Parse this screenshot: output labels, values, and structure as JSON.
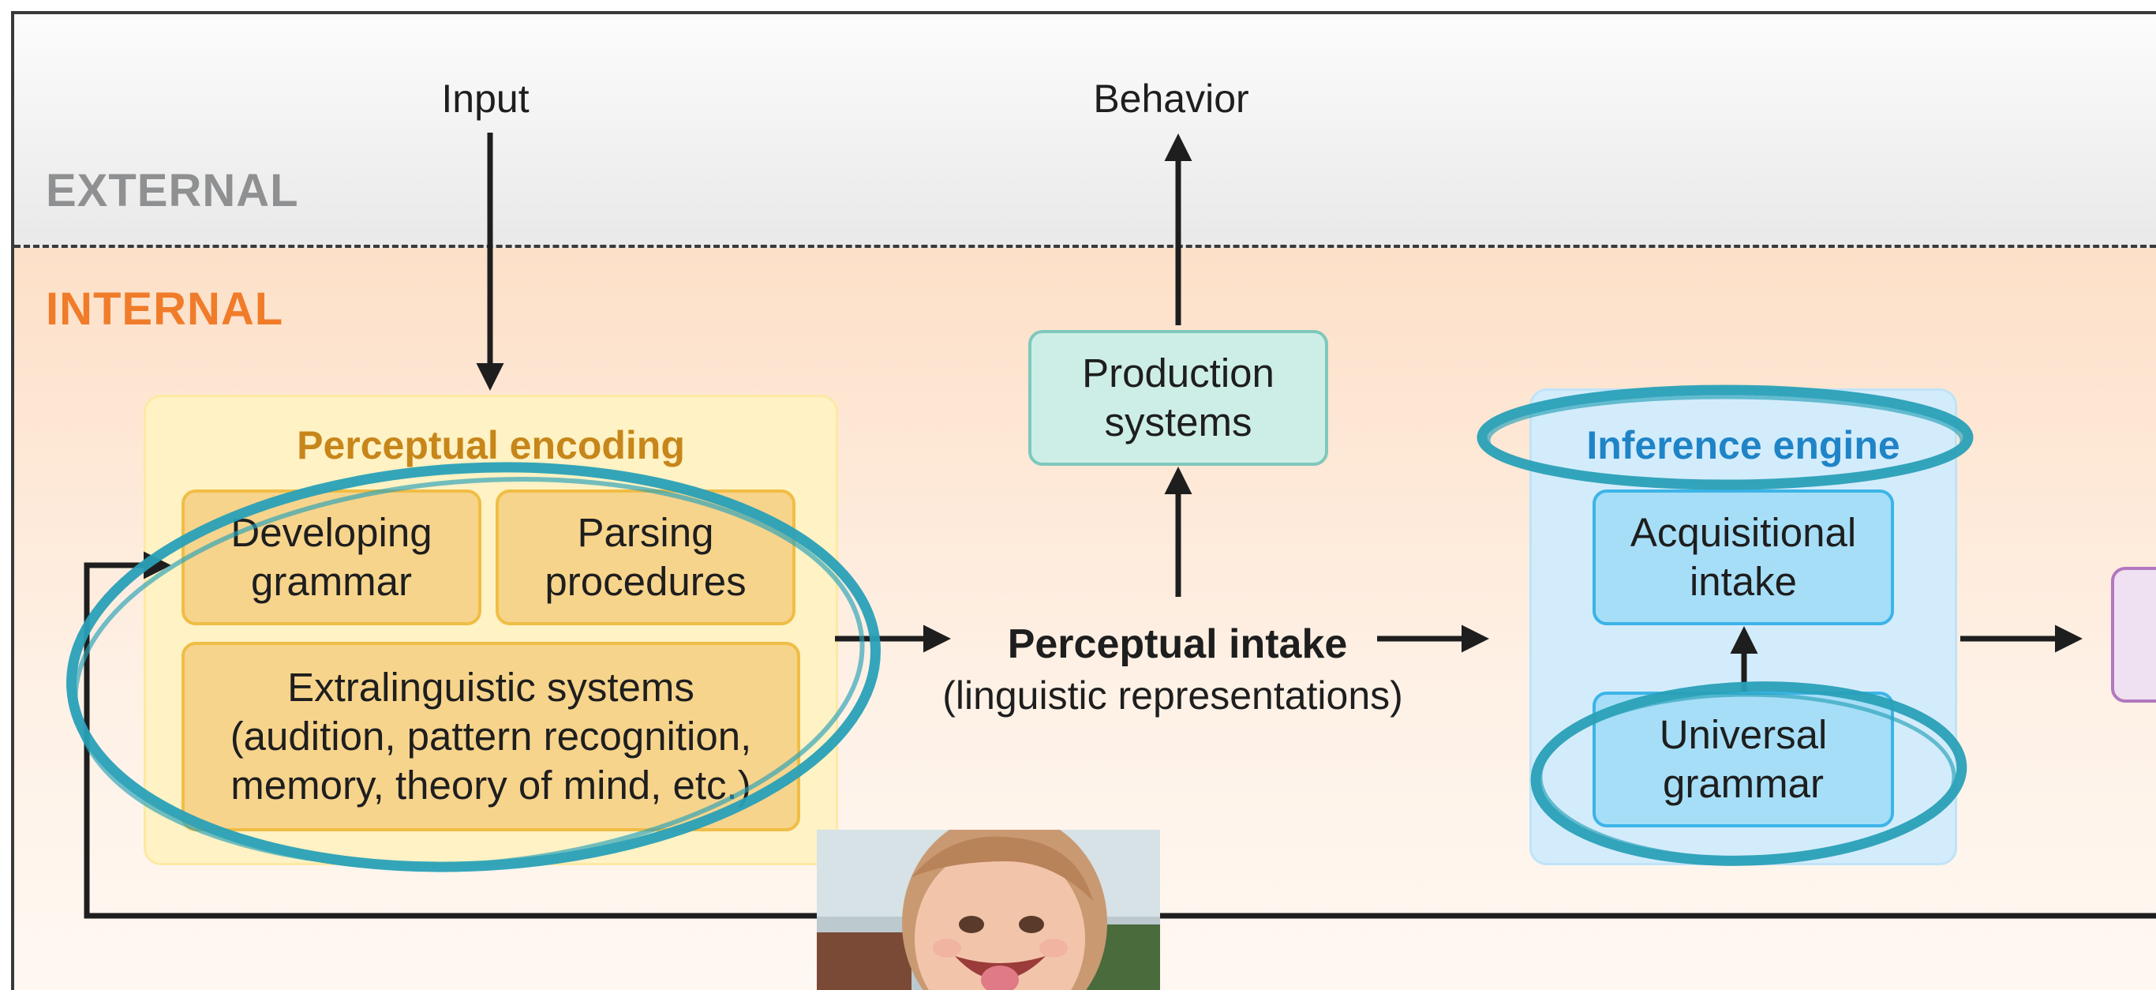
{
  "zones": {
    "external": "EXTERNAL",
    "internal": "INTERNAL"
  },
  "external_labels": {
    "input": "Input",
    "behavior": "Behavior"
  },
  "perceptual_encoding": {
    "title": "Perceptual encoding",
    "developing_grammar": "Developing\ngrammar",
    "parsing_procedures": "Parsing\nprocedures",
    "extralinguistic": "Extralinguistic systems\n(audition, pattern recognition,\nmemory, theory of mind, etc.)"
  },
  "production": {
    "label": "Production\nsystems"
  },
  "intake": {
    "title": "Perceptual intake",
    "subtitle": "(linguistic representations)"
  },
  "inference_engine": {
    "title": "Inference engine",
    "acquisitional_intake": "Acquisitional\nintake",
    "universal_grammar": "Universal\ngrammar"
  },
  "next_box": {
    "label": ""
  },
  "colors": {
    "external_text": "#8f9092",
    "internal_text": "#f07c2a",
    "perceptual_title": "#c7861a",
    "inference_title": "#1f84c7",
    "highlight_ring": "#2aa1b8"
  },
  "image": {
    "subject": "smiling toddler photo"
  }
}
